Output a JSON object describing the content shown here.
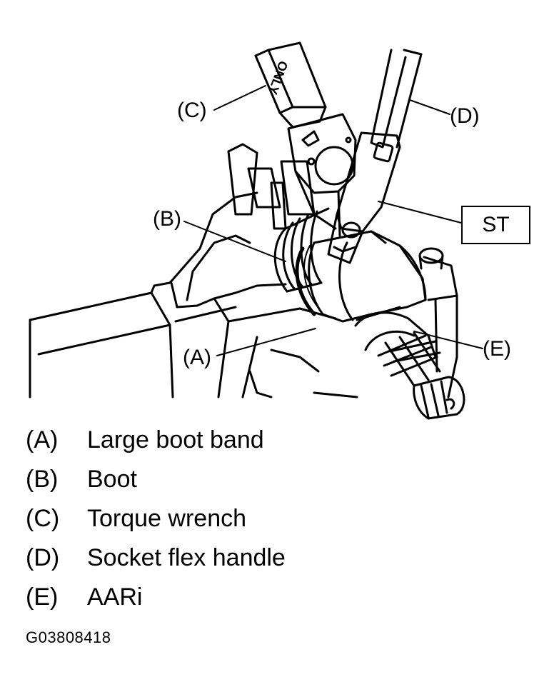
{
  "callouts": {
    "a": "(A)",
    "b": "(B)",
    "c": "(C)",
    "d": "(D)",
    "e": "(E)",
    "st": "ST"
  },
  "wrench_text": "ONLY",
  "legend": [
    {
      "key": "(A)",
      "label": "Large boot band"
    },
    {
      "key": "(B)",
      "label": "Boot"
    },
    {
      "key": "(C)",
      "label": "Torque wrench"
    },
    {
      "key": "(D)",
      "label": "Socket flex handle"
    },
    {
      "key": "(E)",
      "label": "AARi"
    }
  ],
  "figure_id": "G03808418",
  "colors": {
    "ink": "#000000",
    "paper": "#ffffff"
  }
}
